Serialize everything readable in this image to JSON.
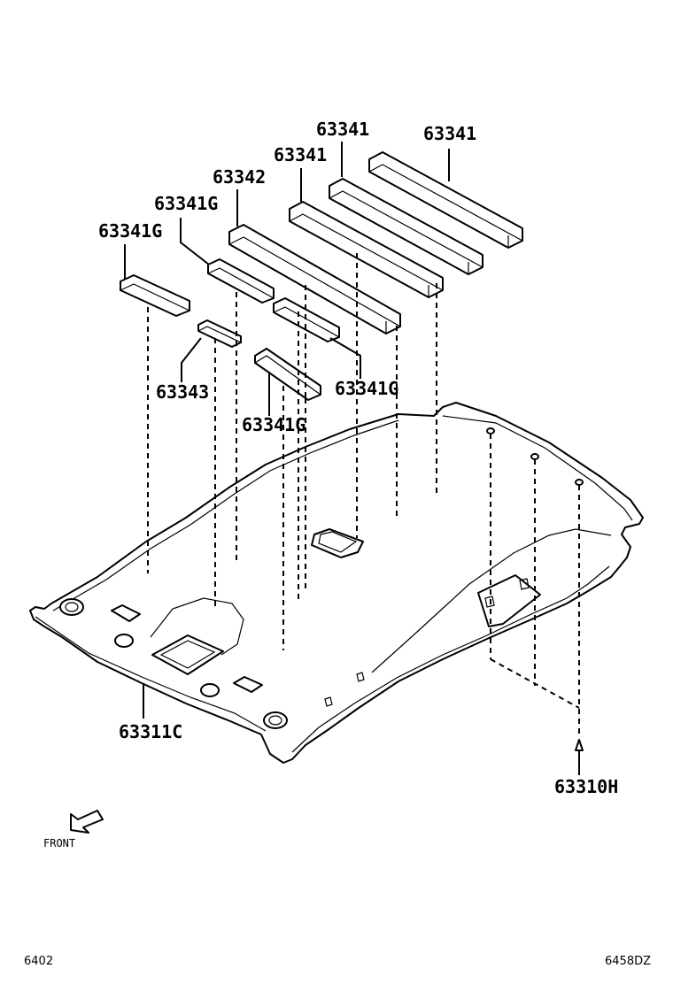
{
  "labels": {
    "p63341_a": "63341",
    "p63341_b": "63341",
    "p63341_c": "63341",
    "p63342": "63342",
    "p63341G_a": "63341G",
    "p63341G_b": "63341G",
    "p63341G_c": "63341G",
    "p63341G_d": "63341G",
    "p63343": "63343",
    "p63311C": "63311C",
    "p63310H": "63310H"
  },
  "front_label": "FRONT",
  "footer": {
    "left_code": "6402",
    "right_code": "6458DZ"
  }
}
